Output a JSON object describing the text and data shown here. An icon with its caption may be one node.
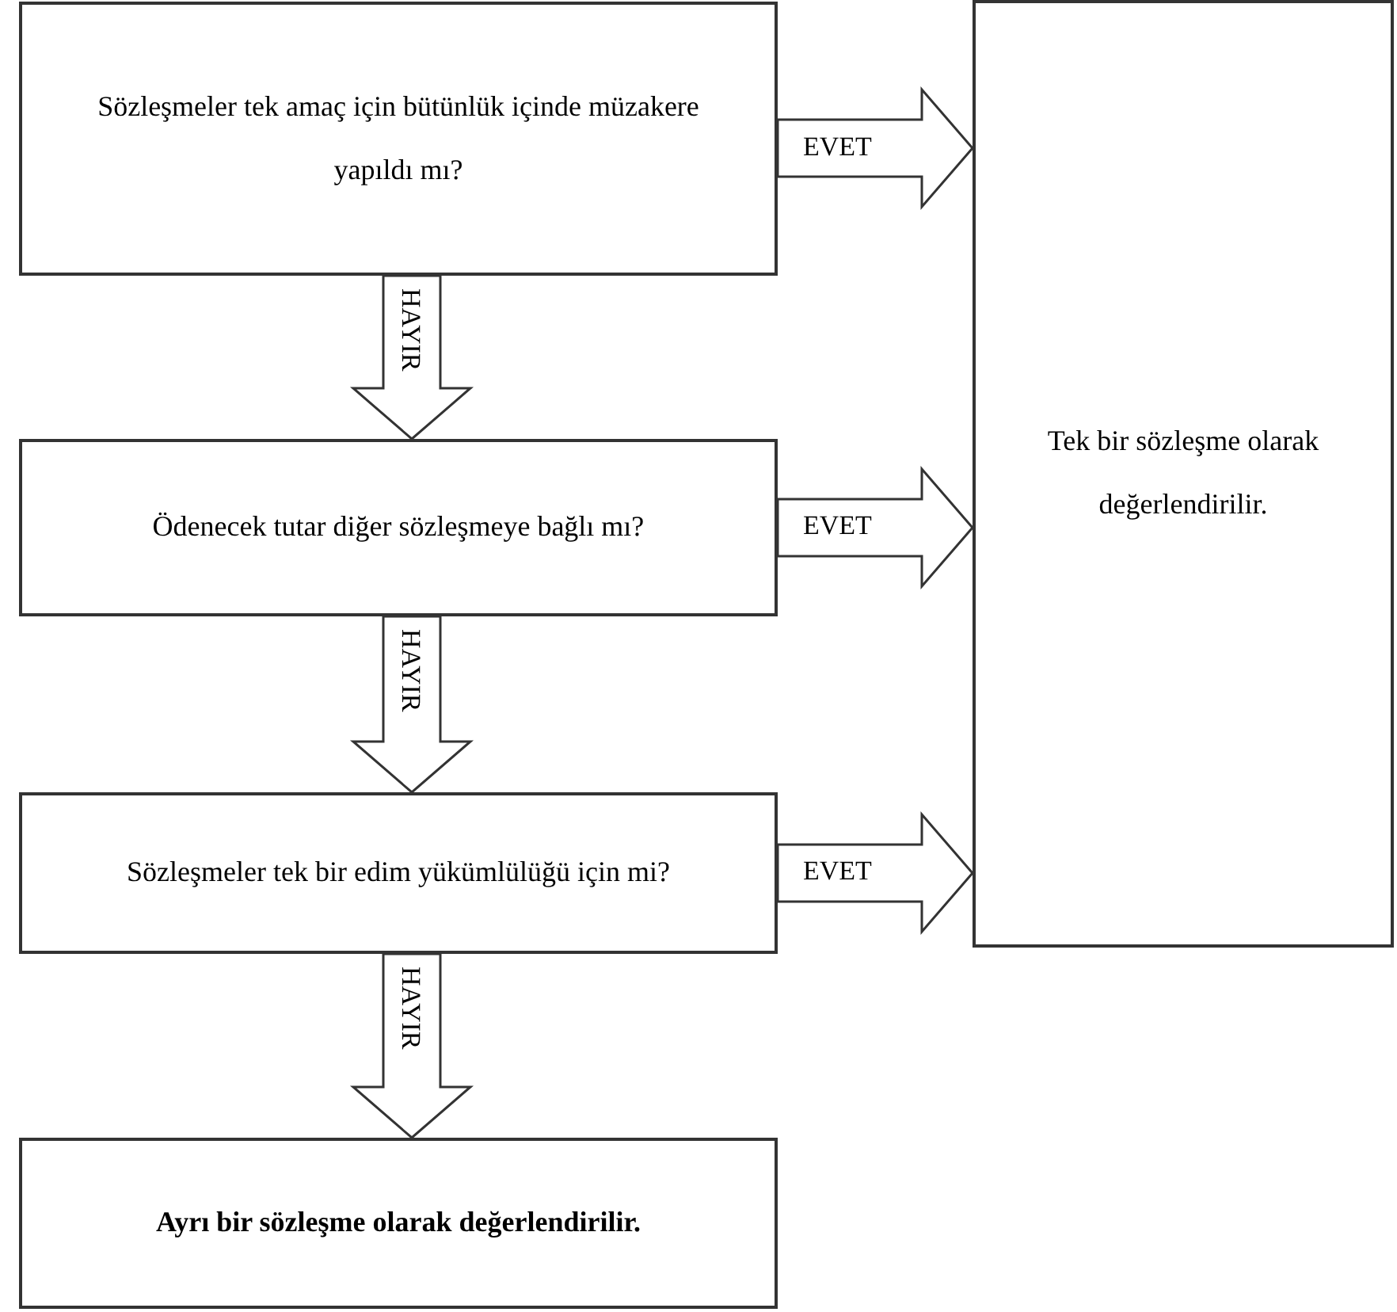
{
  "diagram": {
    "nodes": [
      {
        "text": [
          "Sözleşmeler tek amaç için bütünlük içinde müzakere yapıldı mı?"
        ]
      },
      {
        "text": [
          "Ödenecek tutar diğer sözleşmeye bağlı mı?"
        ]
      },
      {
        "text": [
          "Sözleşmeler tek bir edim yükümlülüğü için mi?"
        ]
      },
      {
        "text": [
          "Ayrı bir sözleşme olarak değerlendirilir."
        ]
      },
      {
        "text": [
          "Tek bir sözleşme olarak değerlendirilir."
        ]
      }
    ],
    "edges": [
      {
        "from": 0,
        "to": 4,
        "arrow": "to",
        "label": "EVET"
      },
      {
        "from": 0,
        "to": 1,
        "arrow": "to",
        "label": "HAYIR"
      },
      {
        "from": 1,
        "to": 4,
        "arrow": "to",
        "label": "EVET"
      },
      {
        "from": 1,
        "to": 2,
        "arrow": "to",
        "label": "HAYIR"
      },
      {
        "from": 2,
        "to": 4,
        "arrow": "to",
        "label": "EVET"
      },
      {
        "from": 2,
        "to": 3,
        "arrow": "to",
        "label": "HAYIR"
      }
    ]
  }
}
